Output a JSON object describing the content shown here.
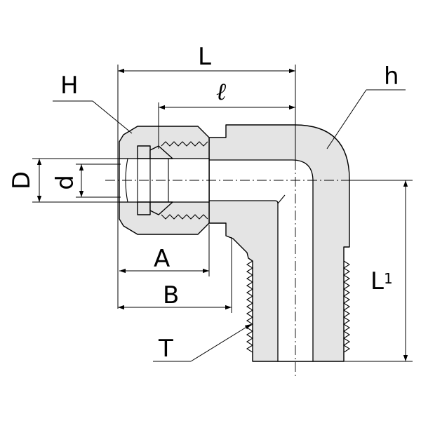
{
  "labels": {
    "L": "L",
    "l": "ℓ",
    "H": "H",
    "h": "h",
    "D": "D",
    "d": "d",
    "A": "A",
    "B": "B",
    "L1_main": "L",
    "L1_sub": "1",
    "T": "T"
  },
  "colors": {
    "body_fill": "#e4e4e4",
    "stroke": "#000000"
  }
}
